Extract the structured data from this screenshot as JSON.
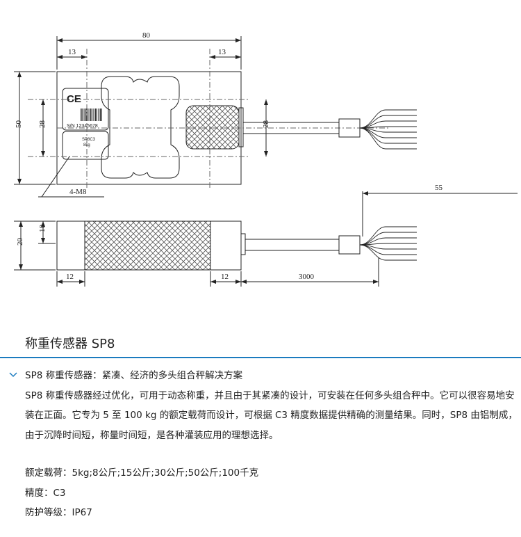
{
  "drawing": {
    "dims": {
      "width_total": "80",
      "left_hole": "13",
      "right_hole": "13",
      "height_total": "50",
      "hole_spacing_left": "28",
      "hole_spacing_right": "28",
      "thread": "4-M8",
      "wire_strip": "55",
      "side_h1": "10",
      "side_h2": "20",
      "side_left": "12",
      "side_right": "12",
      "cable_length": "3000"
    },
    "label": {
      "ce": "CE",
      "serial": "S/N 12345678",
      "model": "SP8C3",
      "capacity": "8kg"
    }
  },
  "header": {
    "title": "称重传感器 SP8"
  },
  "accent_color": "#1b7bbf",
  "section": {
    "heading": "SP8 称重传感器：紧凑、经济的多头组合秤解决方案",
    "body": "SP8 称重传感器经过优化，可用于动态称重，并且由于其紧凑的设计，可安装在任何多头组合秤中。它可以很容易地安装在正面。它专为 5 至 100 kg 的额定载荷而设计，可根据 C3 精度数据提供精确的测量结果。同时，SP8 由铝制成，由于沉降时间短，称量时间短，是各种灌装应用的理想选择。"
  },
  "specs": [
    {
      "text": "额定载荷：5kg;8公斤;15公斤;30公斤;50公斤;100千克"
    },
    {
      "text": "精度：C3"
    },
    {
      "text": "防护等级：IP67"
    }
  ]
}
